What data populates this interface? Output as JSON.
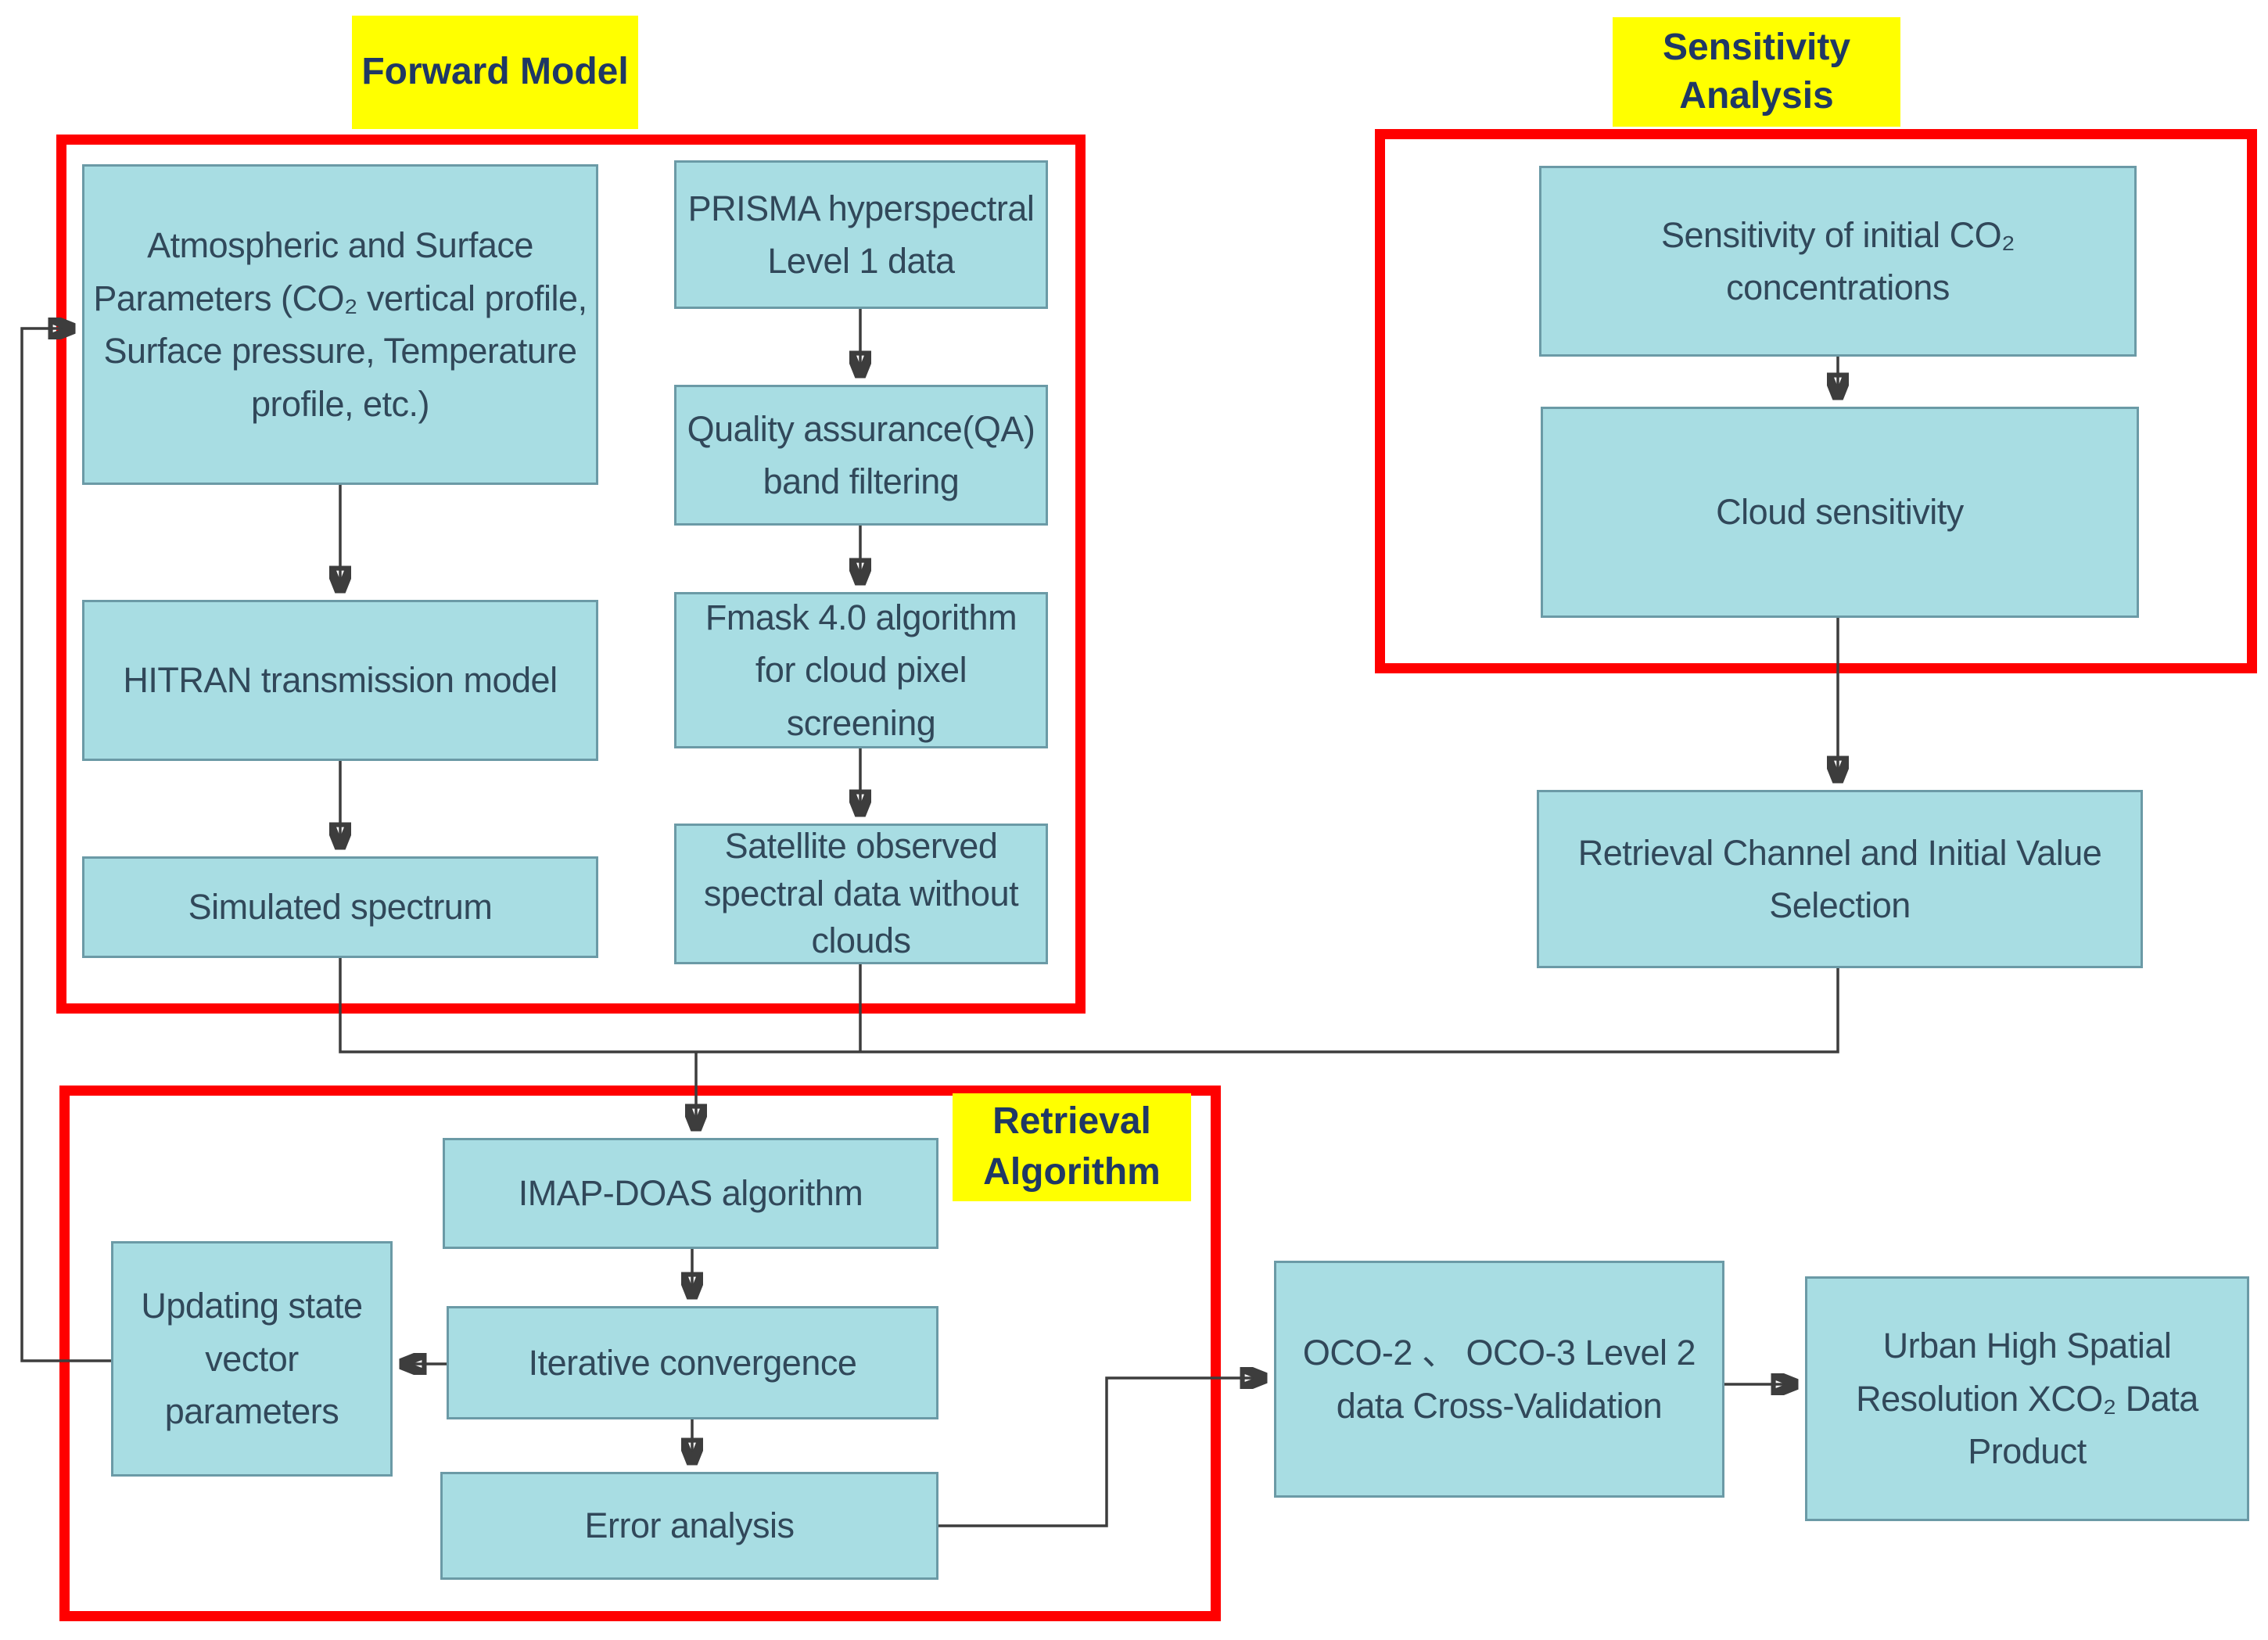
{
  "diagram": {
    "group_labels": {
      "forward_model": "Forward Model",
      "sensitivity_analysis": "Sensitivity Analysis",
      "retrieval_algorithm_line1": "Retrieval",
      "retrieval_algorithm_line2": "Algorithm"
    },
    "boxes": {
      "atmospheric_surface_parameters": "Atmospheric and Surface Parameters (CO₂ vertical profile, Surface pressure, Temperature profile, etc.)",
      "hitran_transmission_model": "HITRAN transmission model",
      "simulated_spectrum": "Simulated spectrum",
      "prisma_level1_data": "PRISMA hyperspectral Level 1 data",
      "qa_band_filtering": "Quality assurance(QA) band filtering",
      "fmask_cloud_screening": "Fmask 4.0 algorithm for cloud pixel screening",
      "satellite_spectral_no_clouds": "Satellite observed spectral data without clouds",
      "sensitivity_initial_co2": "Sensitivity of initial CO₂ concentrations",
      "cloud_sensitivity": "Cloud sensitivity",
      "retrieval_channel_initial_value": "Retrieval Channel and Initial Value Selection",
      "imap_doas_algorithm": "IMAP-DOAS algorithm",
      "iterative_convergence": "Iterative convergence",
      "error_analysis": "Error analysis",
      "updating_state_vector": "Updating state vector parameters",
      "oco_cross_validation": "OCO-2 、 OCO-3 Level 2 data Cross-Validation",
      "urban_xco2_product": "Urban High Spatial Resolution XCO₂ Data Product"
    },
    "colors": {
      "node_fill": "#a8dde3",
      "node_border": "#6b9aa6",
      "node_text": "#31485a",
      "label_background": "#ffff00",
      "label_text": "#1f3864",
      "group_border": "#ff0000",
      "connector": "#3d3d3d"
    }
  }
}
